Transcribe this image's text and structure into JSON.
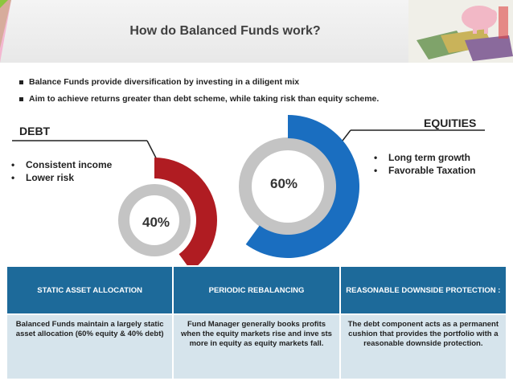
{
  "slide": {
    "title": "How do Balanced Funds work?",
    "bullets": [
      "Balance Funds provide diversification by investing in a diligent mix",
      "Aim to achieve returns greater than debt scheme, while taking risk than equity scheme."
    ]
  },
  "debt": {
    "label": "DEBT",
    "points": [
      "Consistent income",
      "Lower risk"
    ],
    "percent": "40%",
    "percent_value": 40,
    "color": "#b01c22"
  },
  "equities": {
    "label": "EQUITIES",
    "points": [
      "Long term growth",
      "Favorable Taxation"
    ],
    "percent": "60%",
    "percent_value": 60,
    "color": "#1a6ec0"
  },
  "ring_track_color": "#c4c4c4",
  "table": {
    "headers": [
      "STATIC ASSET ALLOCATION",
      "PERIODIC REBALANCING",
      "REASONABLE DOWNSIDE PROTECTION :"
    ],
    "cells": [
      "Balanced Funds maintain a largely static asset allocation (60% equity & 40% debt)",
      "Fund Manager generally books profits when the equity markets rise and inve sts more in equity as equity markets fall.",
      "The debt component acts as a permanent cushion that provides the portfolio with a reasonable downside protection."
    ],
    "header_color": "#1d6a9a",
    "cell_color": "#d6e4ec"
  }
}
